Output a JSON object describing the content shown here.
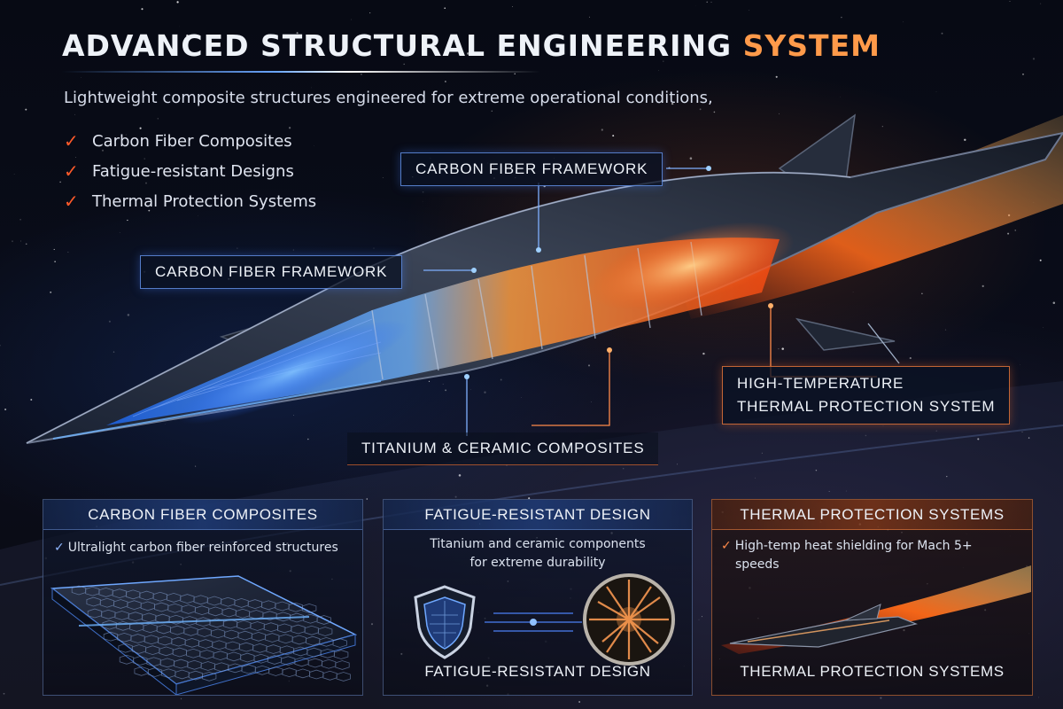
{
  "header": {
    "title_main": "ADVANCED STRUCTURAL ENGINEERING ",
    "title_accent": "SYSTEM",
    "subtitle": "Lightweight composite structures engineered for extreme operational conditions,"
  },
  "features": [
    {
      "label": "Carbon Fiber Composites",
      "icon": "check-icon"
    },
    {
      "label": "Fatigue-resistant Designs",
      "icon": "check-icon"
    },
    {
      "label": "Thermal Protection Systems",
      "icon": "check-icon"
    }
  ],
  "callouts": {
    "framework_top": "CARBON FIBER FRAMEWORK",
    "framework_left": "CARBON FIBER FRAMEWORK",
    "thermal_line1": "HIGH-TEMPERATURE",
    "thermal_line2": "THERMAL PROTECTION SYSTEM",
    "titanium": "TITANIUM & CERAMIC COMPOSITES"
  },
  "panels": [
    {
      "title": "CARBON FIBER COMPOSITES",
      "text": "Ultralight carbon fiber reinforced structures",
      "image": "carbon-fiber-honeycomb-panel"
    },
    {
      "title": "FATIGUE-RESISTANT DESIGN",
      "text_line1": "Titanium and ceramic components",
      "text_line2": "for extreme durability",
      "footer": "FATIGUE-RESISTANT DESIGN",
      "icons": [
        "shield-icon",
        "lattice-sphere-icon"
      ]
    },
    {
      "title": "THERMAL PROTECTION SYSTEMS",
      "text_line1": "High-temp heat shielding for Mach 5+",
      "text_line2": "speeds",
      "footer": "THERMAL PROTECTION SYSTEMS",
      "image": "hypersonic-vehicle-heat-trail"
    }
  ],
  "colors": {
    "accent_orange": "#ff9a4a",
    "accent_blue": "#6aa6ff",
    "check_red": "#ff5a2a",
    "background": "#05070e"
  }
}
